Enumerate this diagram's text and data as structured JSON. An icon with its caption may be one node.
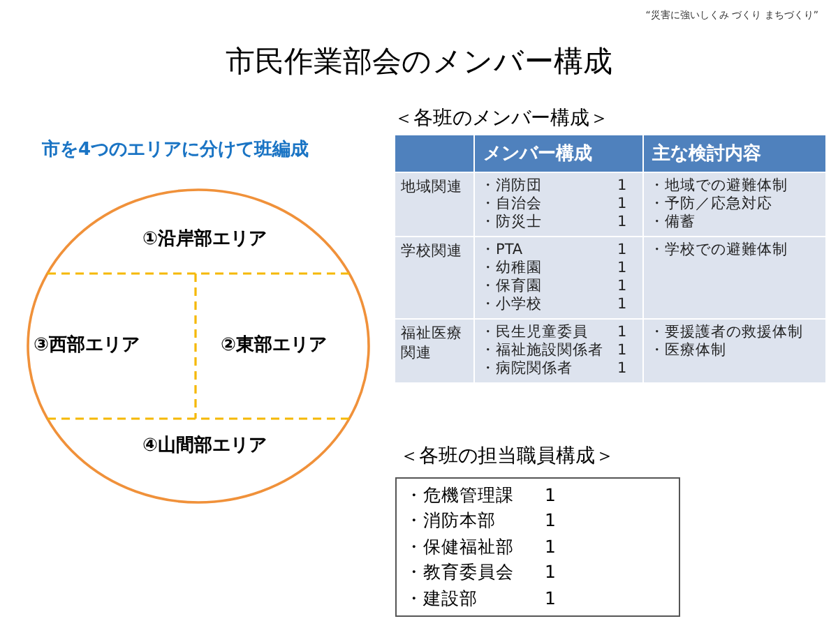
{
  "diagram": {
    "title": "市民作業部会のメンバー構成",
    "nodes": [
      {
        "text": [
          "①沿岸部エリア",
          "③西部エリア",
          "②東部エリア",
          "④山間部エリア"
        ]
      },
      {
        "text": [
          "・危機管理課",
          "1",
          "・消防本部",
          "1",
          "・保健福祉部",
          "1",
          "・教育委員会",
          "1",
          "・建設部",
          "1"
        ]
      }
    ],
    "labels": [
      "“災害に強いしくみ づくり まちづくり”",
      "市を4つのエリアに分けて班編成",
      "＜各班のメンバー構成＞",
      "メンバー構成",
      "主な検討内容",
      "地域関連",
      "・消防団",
      "1",
      "・自治会",
      "1",
      "・防災士",
      "1",
      "・地域での避難体制",
      "・予防／応急対応",
      "・備蓄",
      "学校関連",
      "・PTA",
      "1",
      "・幼稚園",
      "1",
      "・保育園",
      "1",
      "・小学校",
      "1",
      "・学校での避難体制",
      "福祉医療関連",
      "・民生児童委員",
      "1",
      "・福祉施設関係者",
      "1",
      "・病院関係者",
      "1",
      "・要援護者の救援体制",
      "・医療体制",
      "＜各班の担当職員構成＞"
    ]
  }
}
